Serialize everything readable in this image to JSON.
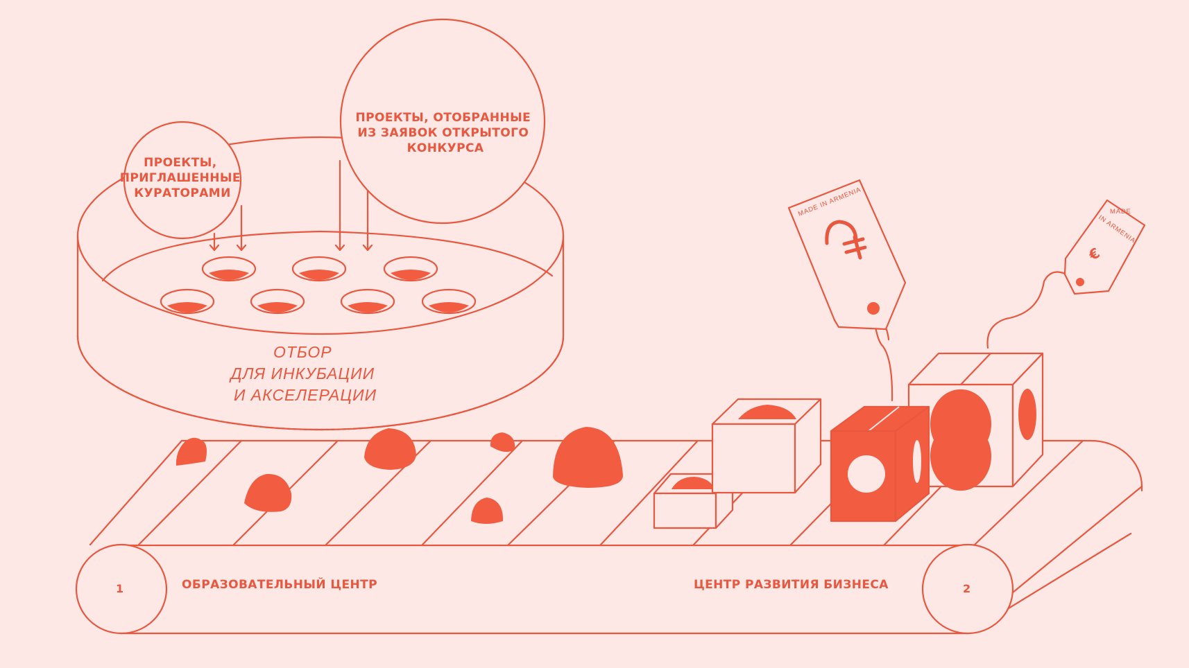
{
  "bubbles": {
    "curators": {
      "lines": [
        "ПРОЕКТЫ,",
        "ПРИГЛАШЕННЫЕ",
        "КУРАТОРАМИ"
      ]
    },
    "open_call": {
      "lines": [
        "ПРОЕКТЫ, ОТОБРАННЫЕ",
        "ИЗ ЗАЯВОК ОТКРЫТОГО",
        "КОНКУРСА"
      ]
    }
  },
  "drum": {
    "lines": [
      "ОТБОР",
      "ДЛЯ ИНКУБАЦИИ",
      "И АКСЕЛЕРАЦИИ"
    ]
  },
  "conveyor": {
    "left": {
      "number": "1",
      "label": "ОБРАЗОВАТЕЛЬНЫЙ ЦЕНТР"
    },
    "right": {
      "number": "2",
      "label": "ЦЕНТР РАЗВИТИЯ БИЗНЕСА"
    }
  },
  "tags": {
    "large": {
      "text": "MADE IN ARMENIA",
      "currency_icon": "armenian-dram-icon",
      "symbol": "֏"
    },
    "small": {
      "lines": [
        "MADE",
        "IN ARMENIA"
      ],
      "currency_icon": "euro-icon",
      "symbol": "€"
    }
  },
  "colors": {
    "background": "#fde8e6",
    "accent": "#f25c40",
    "line": "#e9573f"
  }
}
